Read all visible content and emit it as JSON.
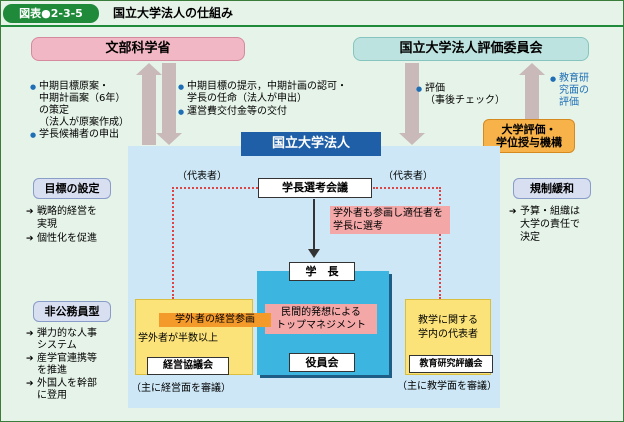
{
  "header": {
    "badge": "図表●2-3-5",
    "title": "国立大学法人の仕組み"
  },
  "mext": {
    "label": "文部科学省"
  },
  "committee": {
    "label": "国立大学法人評価委員会"
  },
  "mext_up_notes": [
    "中期目標原案・",
    "中期計画案（6年）",
    "の策定",
    "（法人が原案作成）"
  ],
  "mext_up_note2": "学長候補者の申出",
  "mext_down_notes": [
    "中期目標の提示，中期計画の認可・",
    "学長の任命（法人が申出）"
  ],
  "mext_down_note2": "運営費交付金等の交付",
  "eval_note": [
    "評価",
    "（事後チェック）"
  ],
  "edu_eval_note": [
    "教育研",
    "究面の",
    "評価"
  ],
  "niad": {
    "label": [
      "大学評価・",
      "学位授与機構"
    ]
  },
  "corp": {
    "label": "国立大学法人"
  },
  "president_council": {
    "label": "学長選考会議"
  },
  "rep_left": "（代表者）",
  "rep_right": "（代表者）",
  "external_note": [
    "学外者も参画し適任者を",
    "学長に選考"
  ],
  "president": {
    "label": "学　長"
  },
  "board": {
    "label": "役員会"
  },
  "top_mgmt": [
    "民間的発想による",
    "トップマネジメント"
  ],
  "mgmt_council": {
    "banner": "学外者の経営参画",
    "note": "学外者が半数以上",
    "label": "経営協議会",
    "sub": "（主に経営面を審議）"
  },
  "edu_council": {
    "note": [
      "教学に関する",
      "学内の代表者"
    ],
    "label": "教育研究評議会",
    "sub": "（主に教学面を審議）"
  },
  "goals": {
    "label": "目標の設定",
    "items": [
      "戦略的経営を",
      "実現",
      "個性化を促進"
    ]
  },
  "deregulation": {
    "label": "規制緩和",
    "items": [
      "予算・組織は",
      "大学の責任で",
      "決定"
    ]
  },
  "nonpublic": {
    "label": "非公務員型",
    "items": [
      "弾力的な人事",
      "システム",
      "産学官連携等",
      "を推進",
      "外国人を幹部",
      "に登用"
    ]
  }
}
